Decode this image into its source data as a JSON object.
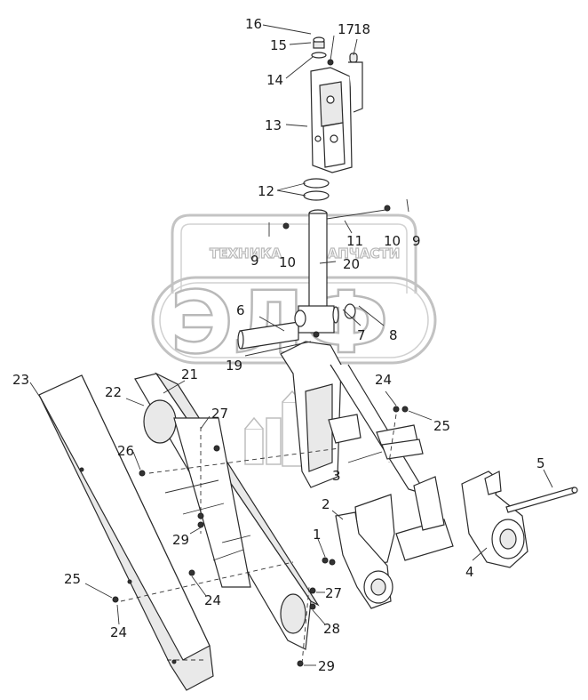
{
  "watermark": {
    "caption_left": "ТЕХНИКА",
    "caption_right": "ЗАПЧАСТИ",
    "logo_text": "ЭЛФ"
  },
  "callouts": [
    "16",
    "15",
    "14",
    "17",
    "18",
    "13",
    "12",
    "10",
    "9",
    "11",
    "20",
    "9",
    "10",
    "6",
    "7",
    "8",
    "19",
    "21",
    "23",
    "22",
    "24",
    "25",
    "27",
    "26",
    "3",
    "5",
    "2",
    "1",
    "29",
    "4",
    "25",
    "24",
    "24",
    "27",
    "28",
    "29"
  ]
}
